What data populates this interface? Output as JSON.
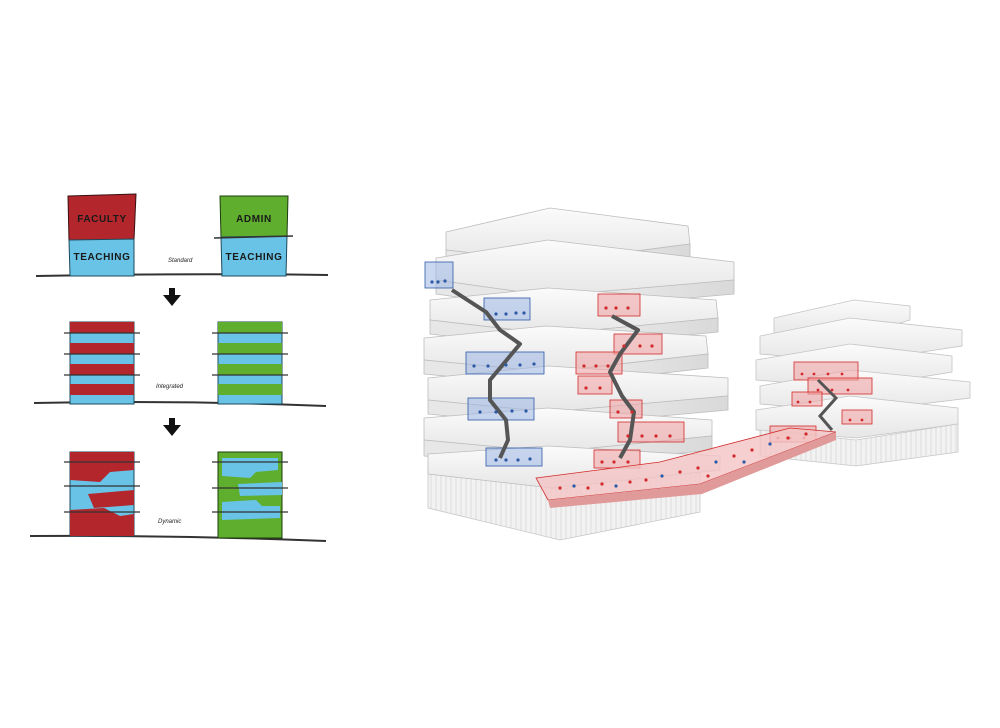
{
  "colors": {
    "faculty_red": "#b3262b",
    "teaching_blue": "#69c3e6",
    "admin_green": "#5fae2e",
    "ground": "#333333",
    "arrow": "#111111",
    "building_white": "#f4f4f4",
    "building_shadow": "#d3d3d3",
    "flow_blue": "#2d5aa6",
    "flow_red": "#d22a2a"
  },
  "sketch": {
    "rows": [
      {
        "caption": "Standard",
        "left_labels": [
          "FACULTY",
          "TEACHING"
        ],
        "right_labels": [
          "ADMIN",
          "TEACHING"
        ]
      },
      {
        "caption": "Integrated"
      },
      {
        "caption": "Dynamic"
      }
    ],
    "arrow_icon": "down-arrow-icon"
  },
  "illustration": {
    "description_icons": [
      "building-icon",
      "stair-icon",
      "people-icon",
      "bridge-icon"
    ]
  }
}
